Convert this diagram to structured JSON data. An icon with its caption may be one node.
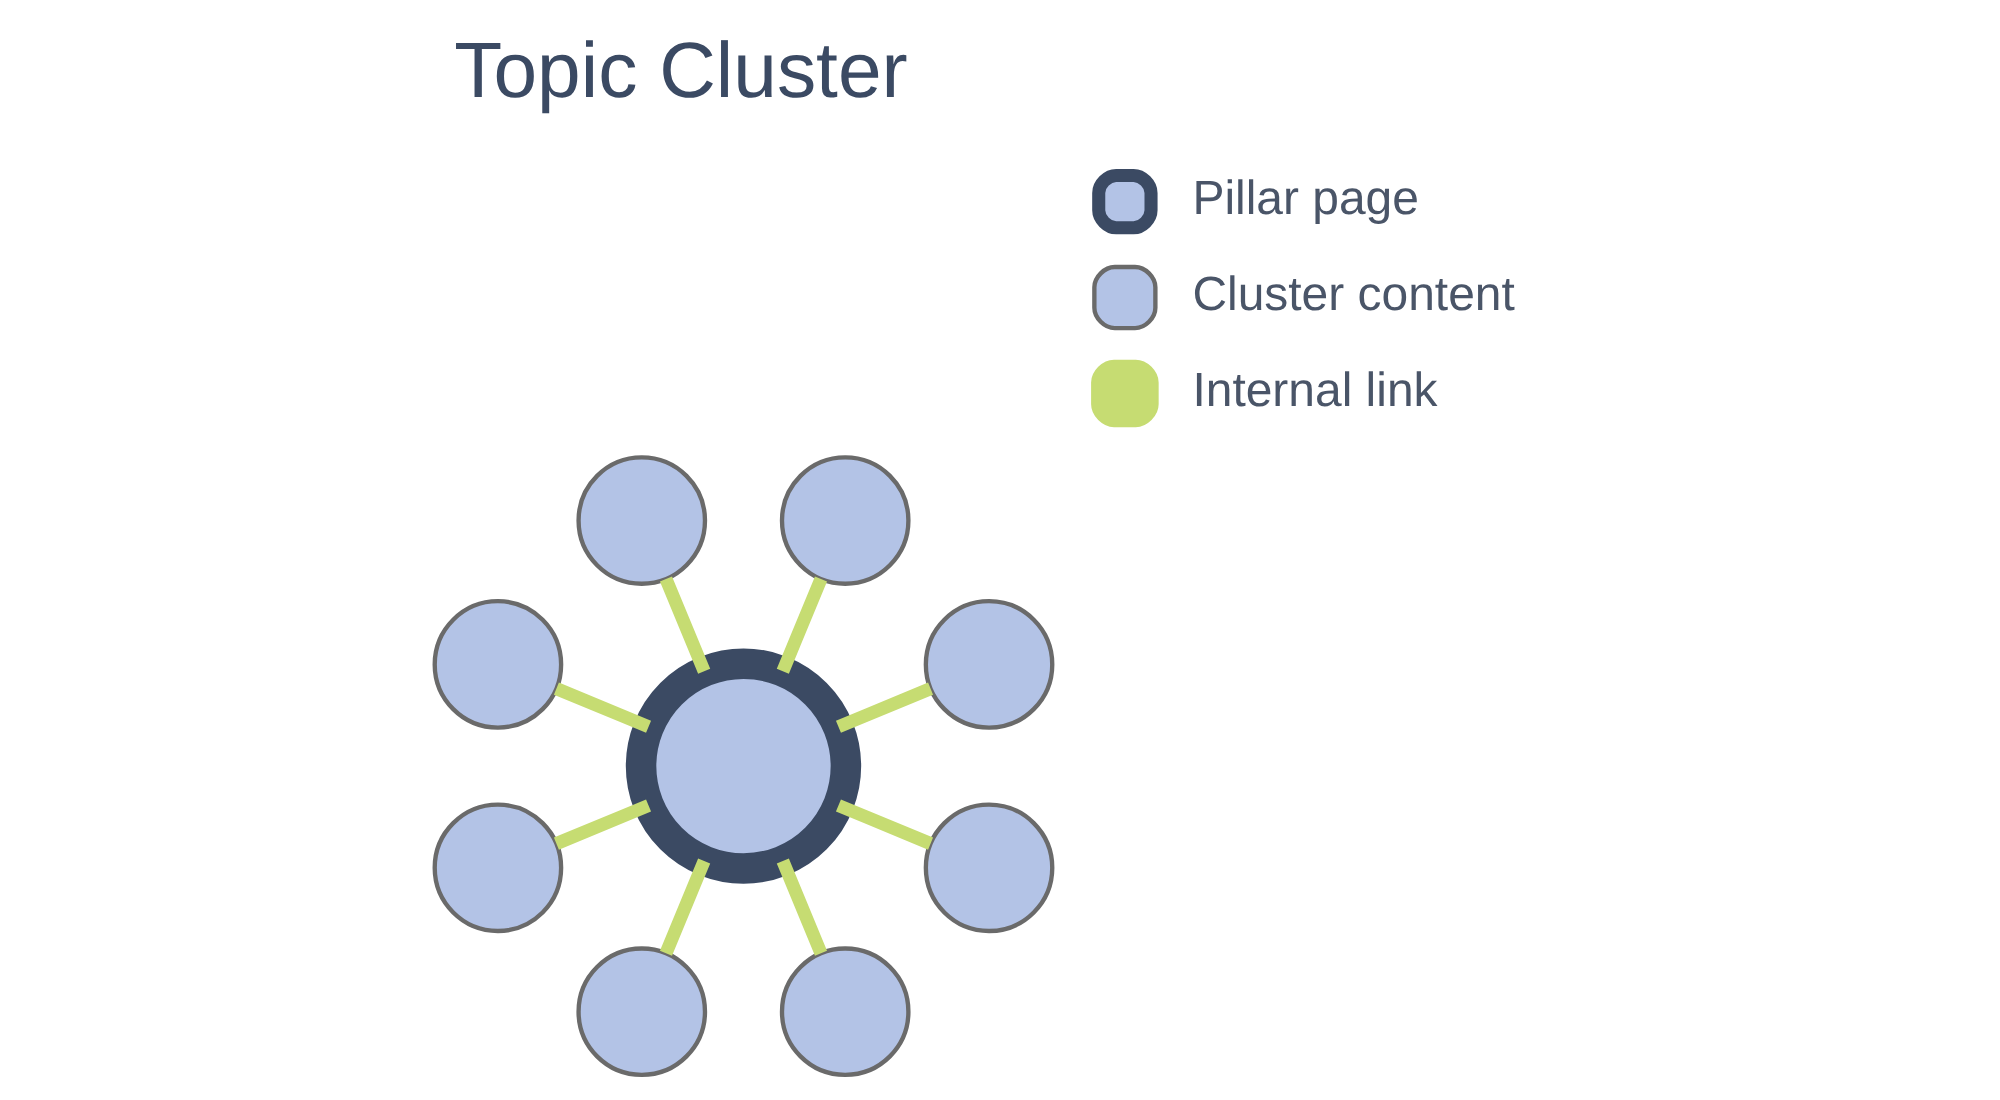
{
  "diagram": {
    "title": "Topic Cluster",
    "nodes": [
      {
        "text": [],
        "shape": "circle"
      },
      {
        "text": [],
        "shape": "circle"
      },
      {
        "text": [],
        "shape": "circle"
      },
      {
        "text": [],
        "shape": "circle"
      },
      {
        "text": [],
        "shape": "circle"
      },
      {
        "text": [],
        "shape": "circle"
      },
      {
        "text": [],
        "shape": "circle"
      },
      {
        "text": [],
        "shape": "circle"
      },
      {
        "text": [],
        "shape": "circle"
      }
    ],
    "edges": [
      {
        "from": 0,
        "to": 1,
        "arrow": "none"
      },
      {
        "from": 0,
        "to": 2,
        "arrow": "none"
      },
      {
        "from": 0,
        "to": 3,
        "arrow": "none"
      },
      {
        "from": 0,
        "to": 4,
        "arrow": "none"
      },
      {
        "from": 0,
        "to": 5,
        "arrow": "none"
      },
      {
        "from": 0,
        "to": 6,
        "arrow": "none"
      },
      {
        "from": 0,
        "to": 7,
        "arrow": "none"
      },
      {
        "from": 0,
        "to": 8,
        "arrow": "none"
      }
    ],
    "legend": [
      {
        "text": "Pillar page"
      },
      {
        "text": "Cluster content"
      },
      {
        "text": "Internal link"
      }
    ]
  }
}
